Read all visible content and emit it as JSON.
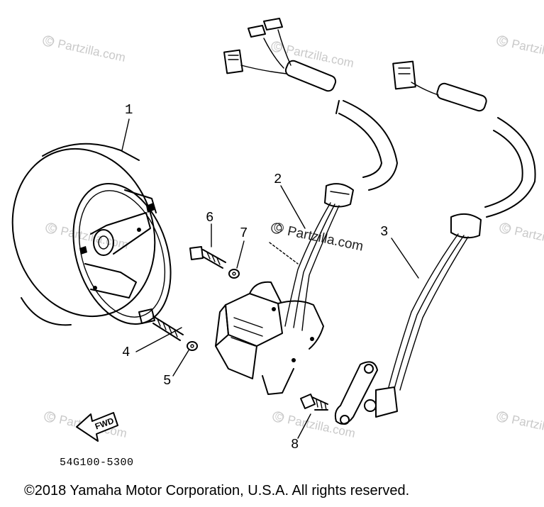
{
  "watermark": {
    "text": "Partzilla.com",
    "symbol": "©",
    "center_text": "Partzilla.com"
  },
  "callouts": {
    "part_1": "1",
    "part_2": "2",
    "part_3": "3",
    "part_4": "4",
    "part_5": "5",
    "part_6": "6",
    "part_7": "7",
    "part_8": "8"
  },
  "fwd_label": "FWD",
  "diagram_code": "54G100-5300",
  "copyright": "©2018  Yamaha Motor Corporation, U.S.A. All rights reserved."
}
